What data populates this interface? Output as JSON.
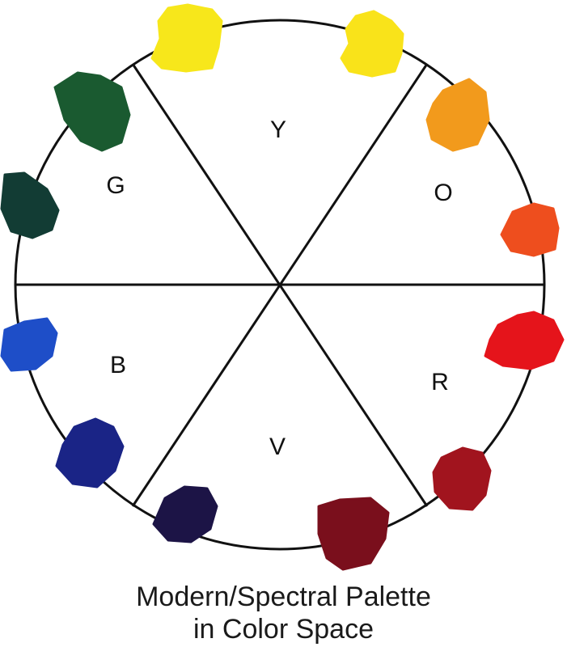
{
  "diagram": {
    "sector_labels": {
      "yellow": "Y",
      "orange": "O",
      "red": "R",
      "violet": "V",
      "blue": "B",
      "green": "G"
    },
    "swatches": [
      {
        "name": "yellow-left",
        "color": "#f7e71b"
      },
      {
        "name": "yellow-right",
        "color": "#f9e31a"
      },
      {
        "name": "yellow-orange",
        "color": "#f29a1c"
      },
      {
        "name": "orange-red",
        "color": "#ee4e1e"
      },
      {
        "name": "red",
        "color": "#e5141b"
      },
      {
        "name": "crimson",
        "color": "#a1141e"
      },
      {
        "name": "dark-red",
        "color": "#7a0f1c"
      },
      {
        "name": "dark-violet",
        "color": "#1c1446"
      },
      {
        "name": "ultramarine",
        "color": "#1a2486"
      },
      {
        "name": "blue",
        "color": "#1e4ec8"
      },
      {
        "name": "teal-green",
        "color": "#123c34"
      },
      {
        "name": "green",
        "color": "#1a5a30"
      }
    ]
  },
  "caption": {
    "line1": "Modern/Spectral Palette",
    "line2": "in Color Space"
  }
}
